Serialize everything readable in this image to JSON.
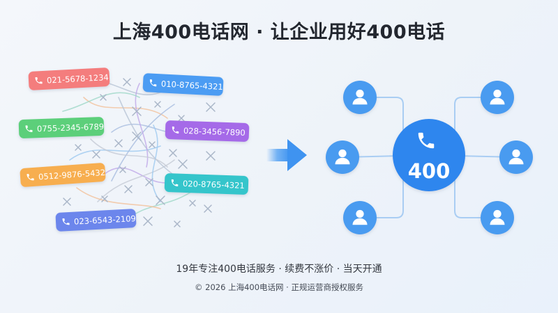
{
  "header": {
    "title": "上海400电话网 · 让企业用好400电话"
  },
  "tags": [
    {
      "number": "021-5678-1234",
      "color": "#f47d7d"
    },
    {
      "number": "010-8765-4321",
      "color": "#4c9cf3"
    },
    {
      "number": "0755-2345-6789",
      "color": "#5ccf7a"
    },
    {
      "number": "028-3456-7890",
      "color": "#a56be8"
    },
    {
      "number": "0512-9876-5432",
      "color": "#f7ae4f"
    },
    {
      "number": "020-8765-4321",
      "color": "#34c5cb"
    },
    {
      "number": "023-6543-2109",
      "color": "#6c86ec"
    }
  ],
  "hub": {
    "label": "400",
    "color": "#2d86ee"
  },
  "icons": {
    "phone": "phone-icon",
    "user": "user-icon",
    "arrow": "arrow-right-icon"
  },
  "subtitle": "19年专注400电话服务 · 续费不涨价 · 当天开通",
  "footer": "© 2026 上海400电话网 · 正规运营商授权服务"
}
